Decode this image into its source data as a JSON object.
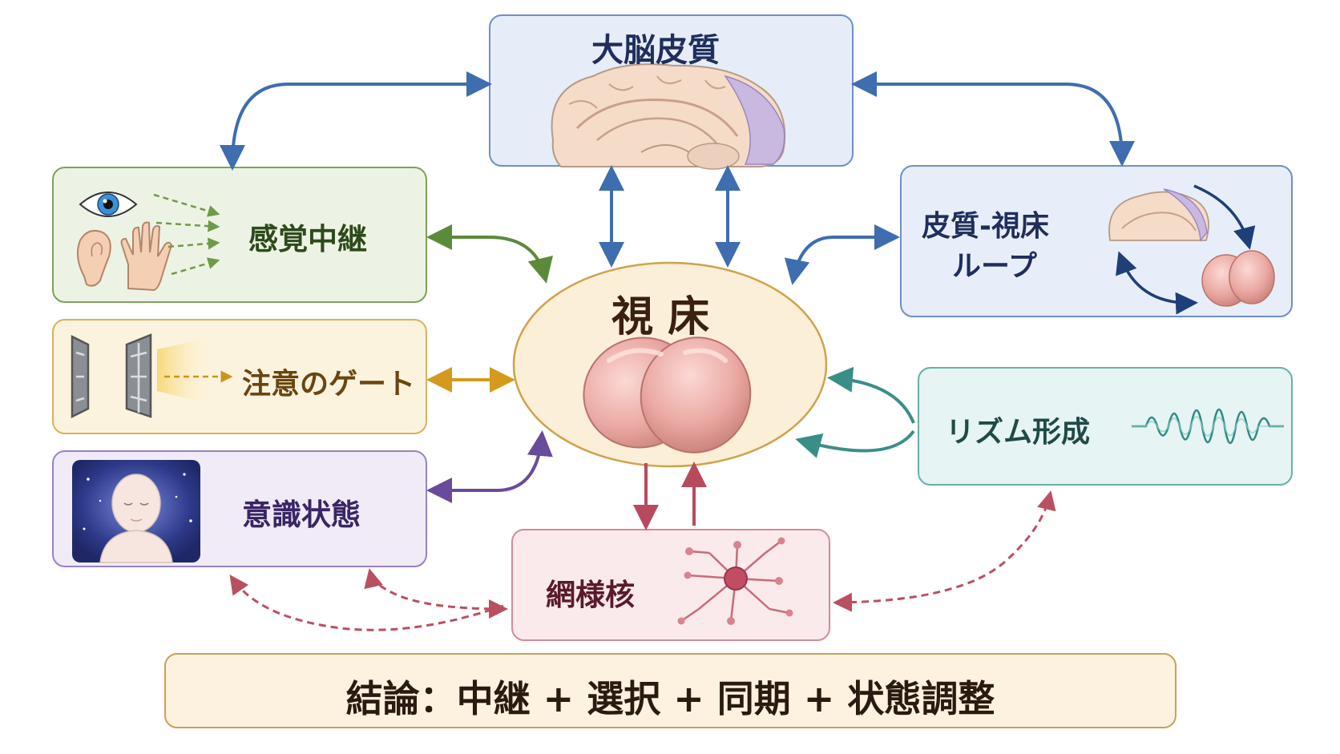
{
  "nodes": {
    "cortex": {
      "label": "大脳皮質"
    },
    "sensory": {
      "label": "感覚中継"
    },
    "loop": {
      "line1": "皮質-視床",
      "line2": "ループ"
    },
    "attention": {
      "label": "注意のゲート"
    },
    "thalamus": {
      "label": "視 床"
    },
    "rhythm": {
      "label": "リズム形成"
    },
    "consciousness": {
      "label": "意識状態"
    },
    "reticular": {
      "label": "網様核"
    }
  },
  "conclusion": {
    "label": "結論：中継 + 選択 + 同期 + 状態調整"
  },
  "colors": {
    "blue": "#3e6db0",
    "green": "#5b8a3a",
    "gold": "#d49a1e",
    "purple": "#6a4a9a",
    "teal": "#3a8e88",
    "red": "#b84a5e",
    "thalamus_pink": "#e8a4a0"
  }
}
